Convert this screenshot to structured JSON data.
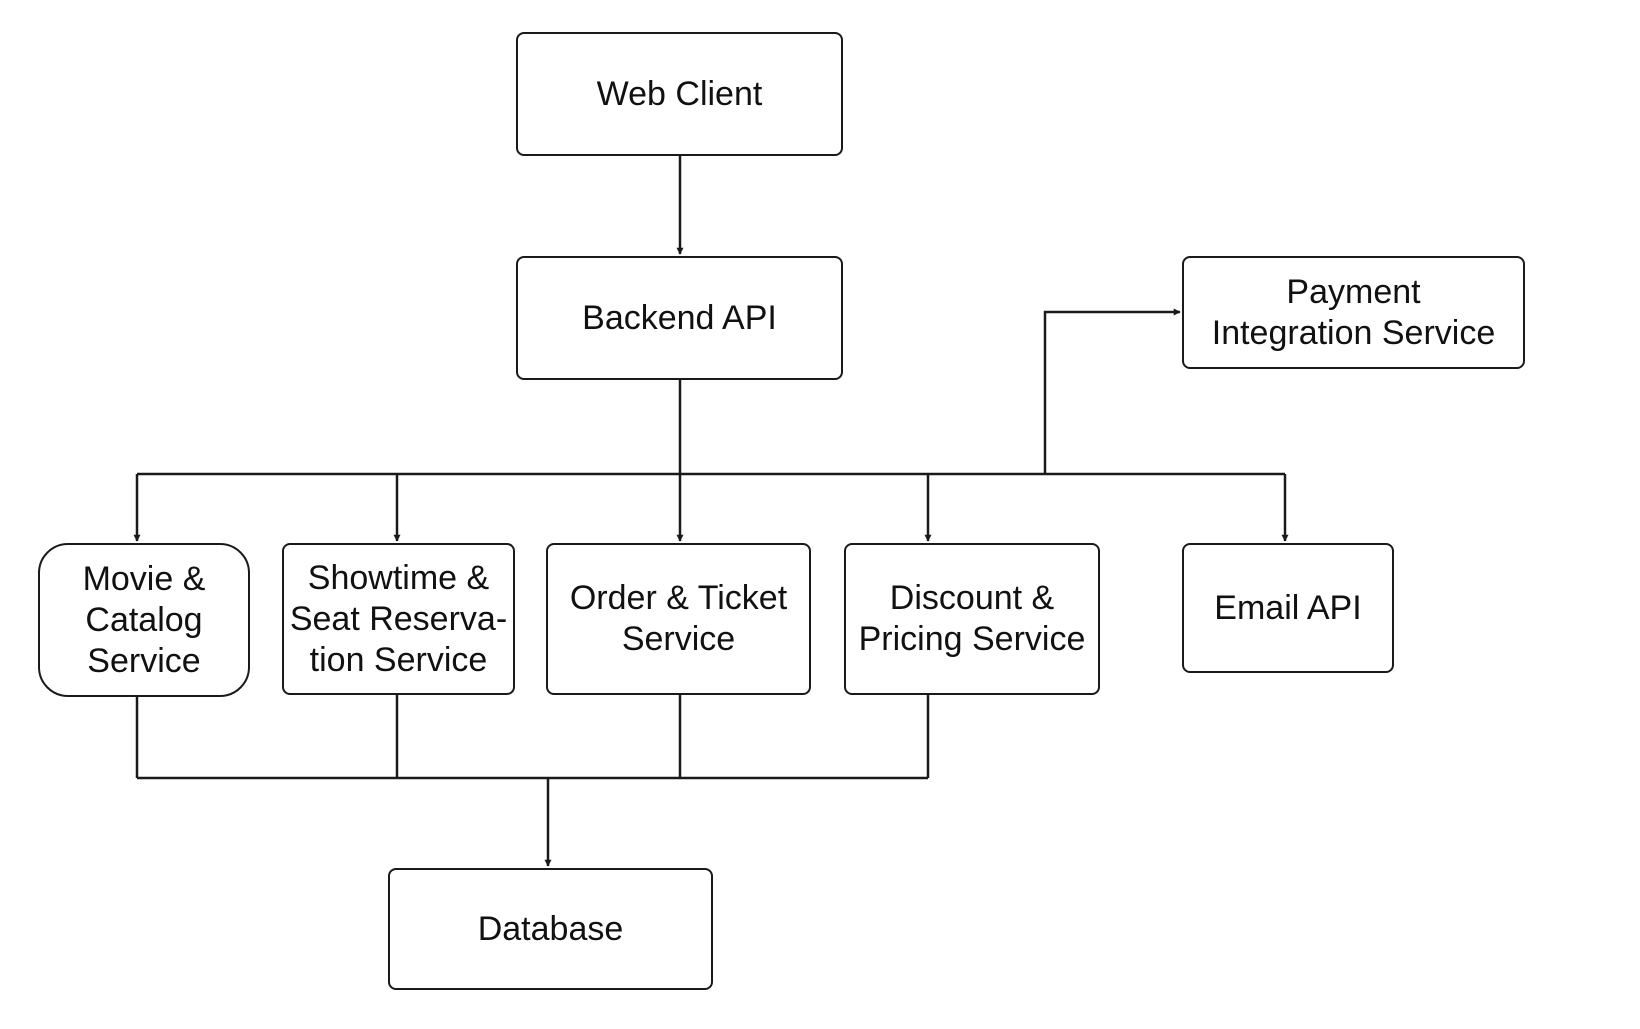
{
  "diagram": {
    "nodes": {
      "web_client": "Web Client",
      "backend_api": "Backend API",
      "payment": "Payment\nIntegration Service",
      "movie_catalog": "Movie &\nCatalog\nService",
      "showtime_seat": "Showtime &\nSeat Reserva-\ntion Service",
      "order_ticket": "Order & Ticket\nService",
      "discount_pricing": "Discount &\nPricing Service",
      "email_api": "Email API",
      "database": "Database"
    }
  }
}
